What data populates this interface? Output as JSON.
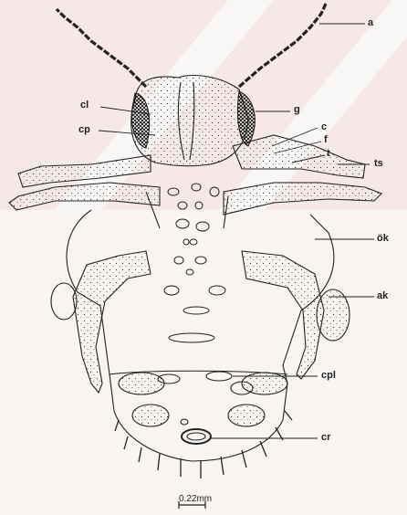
{
  "figure": {
    "labels": {
      "a": "a",
      "cl": "cl",
      "g": "g",
      "cp": "cp",
      "c": "c",
      "f": "f",
      "t": "t",
      "ts": "ts",
      "ok": "ök",
      "ak": "ak",
      "cpl": "cpl",
      "cr": "cr"
    },
    "scale_bar": "0.22mm"
  }
}
